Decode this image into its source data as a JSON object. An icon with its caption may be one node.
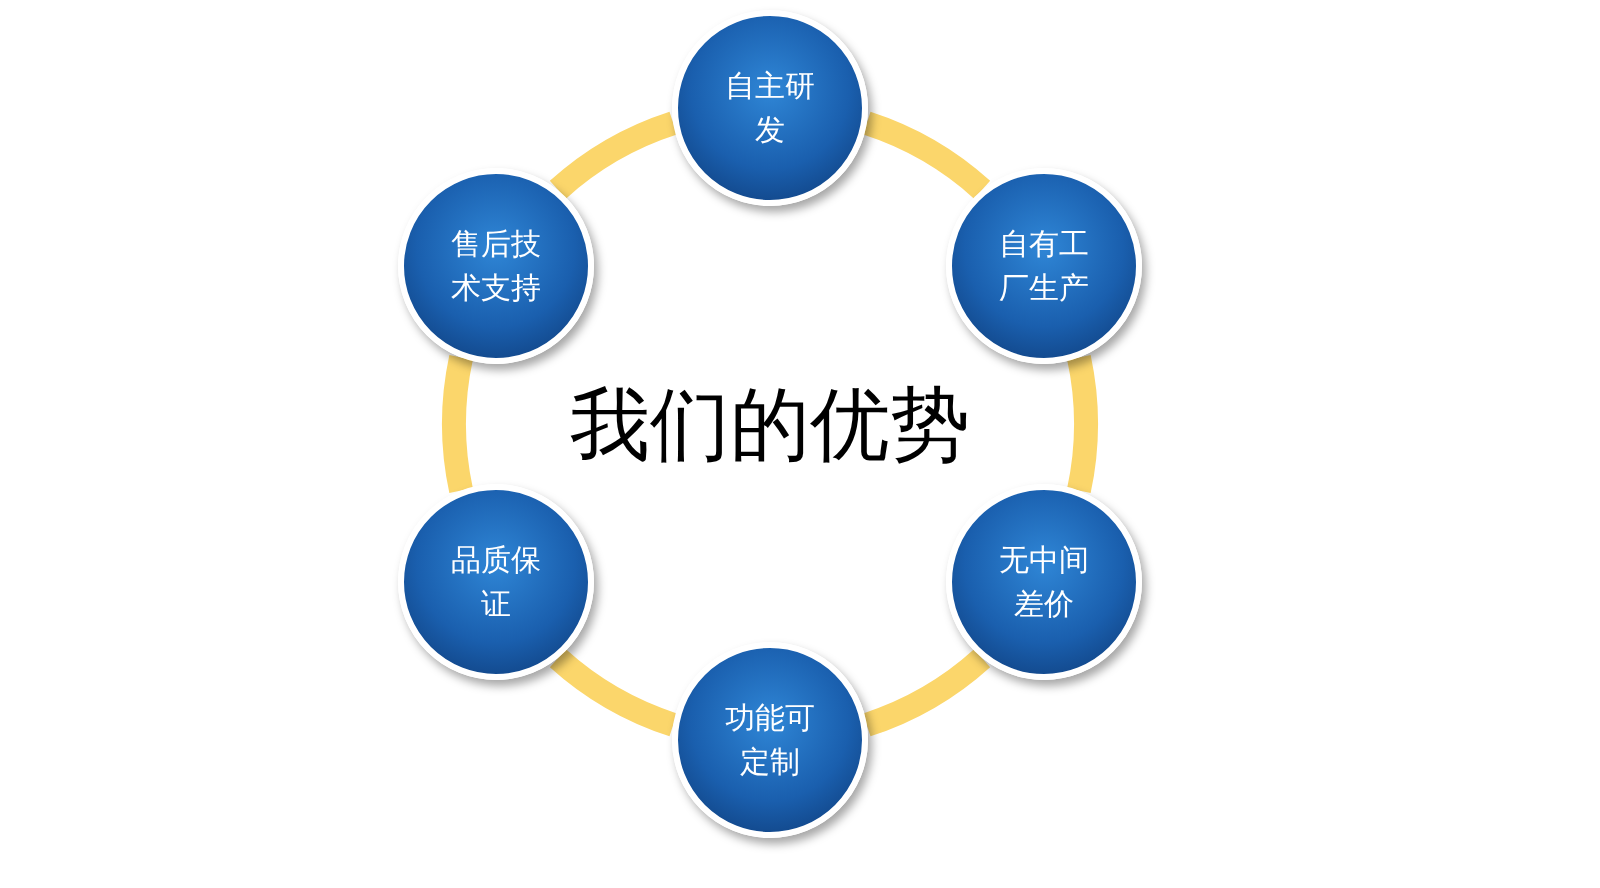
{
  "diagram": {
    "title": "我们的优势",
    "nodes": [
      {
        "text": [
          "自主研发"
        ]
      },
      {
        "text": [
          "售后技术支持"
        ]
      },
      {
        "text": [
          "自有工厂生产"
        ]
      },
      {
        "text": [
          "品质保证"
        ]
      },
      {
        "text": [
          "无中间差价"
        ]
      },
      {
        "text": [
          "功能可定制"
        ]
      }
    ],
    "edges": [
      {
        "from": 0,
        "to": 2,
        "arrow": "none"
      },
      {
        "from": 2,
        "to": 4,
        "arrow": "none"
      },
      {
        "from": 4,
        "to": 5,
        "arrow": "none"
      },
      {
        "from": 5,
        "to": 3,
        "arrow": "none"
      },
      {
        "from": 3,
        "to": 1,
        "arrow": "none"
      },
      {
        "from": 1,
        "to": 0,
        "arrow": "none"
      }
    ]
  }
}
